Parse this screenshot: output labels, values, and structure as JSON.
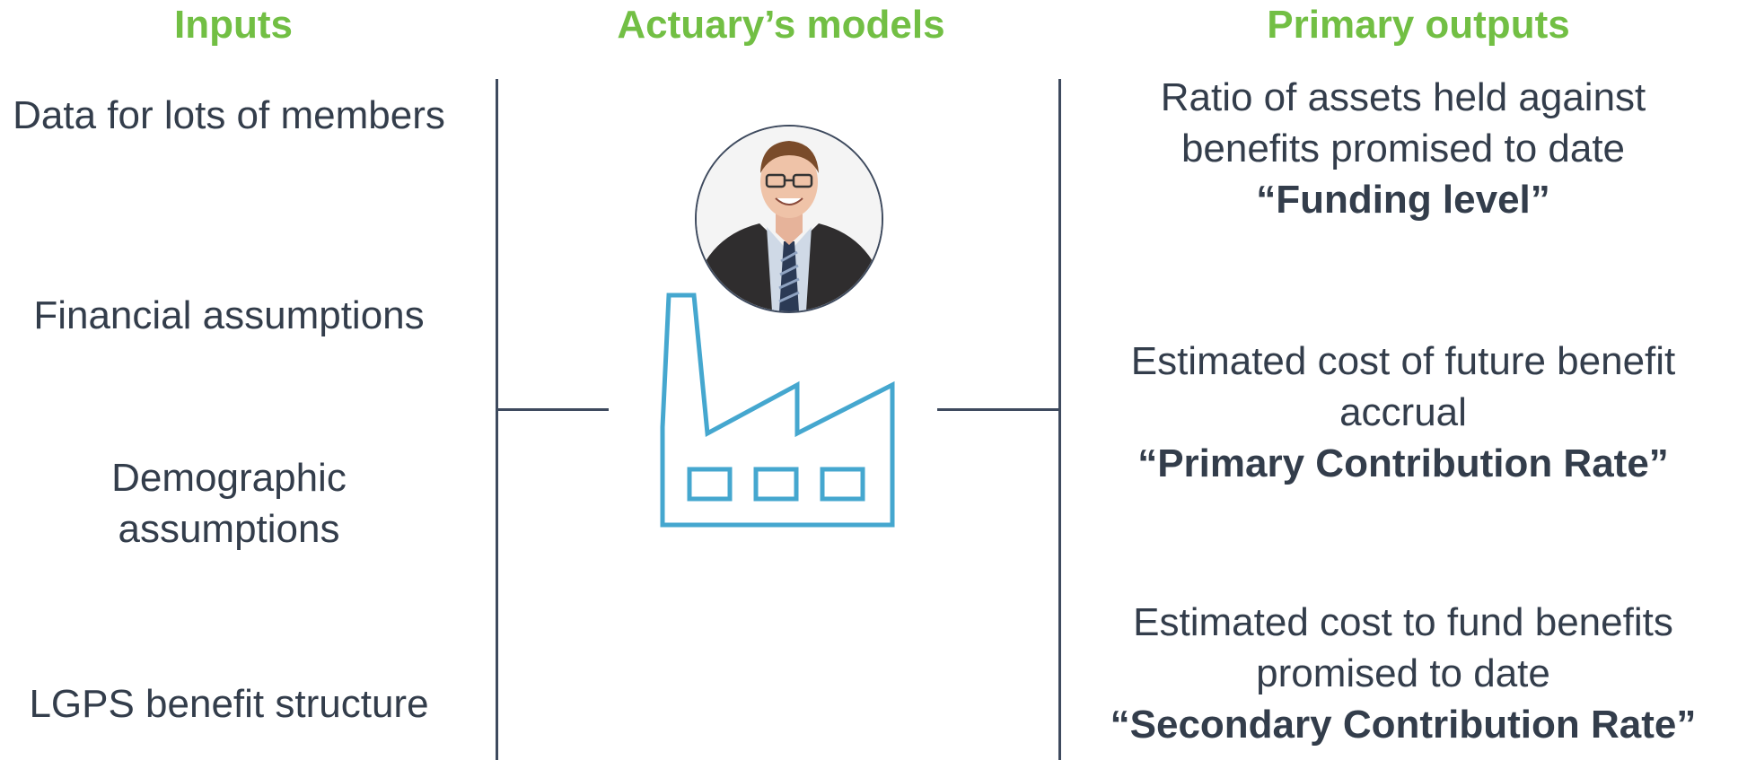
{
  "headings": {
    "inputs": "Inputs",
    "models": "Actuary’s models",
    "outputs": "Primary outputs"
  },
  "inputs": [
    "Data for lots of members",
    "Financial assumptions",
    "Demographic assumptions",
    "LGPS benefit structure"
  ],
  "outputs": [
    {
      "lines": [
        "Ratio of assets held against",
        "benefits promised to date"
      ],
      "term": "“Funding level”"
    },
    {
      "lines": [
        "Estimated cost of future benefit",
        "accrual"
      ],
      "term": "“Primary Contribution Rate”"
    },
    {
      "lines": [
        "Estimated cost to fund benefits",
        "promised to date"
      ],
      "term": "“Secondary Contribution Rate”"
    }
  ],
  "icons": {
    "avatar": "actuary-photo",
    "factory": "factory-icon"
  },
  "colors": {
    "heading": "#72bf44",
    "text": "#333d4b",
    "lines": "#3e4a5e",
    "factory": "#45a7cf"
  }
}
